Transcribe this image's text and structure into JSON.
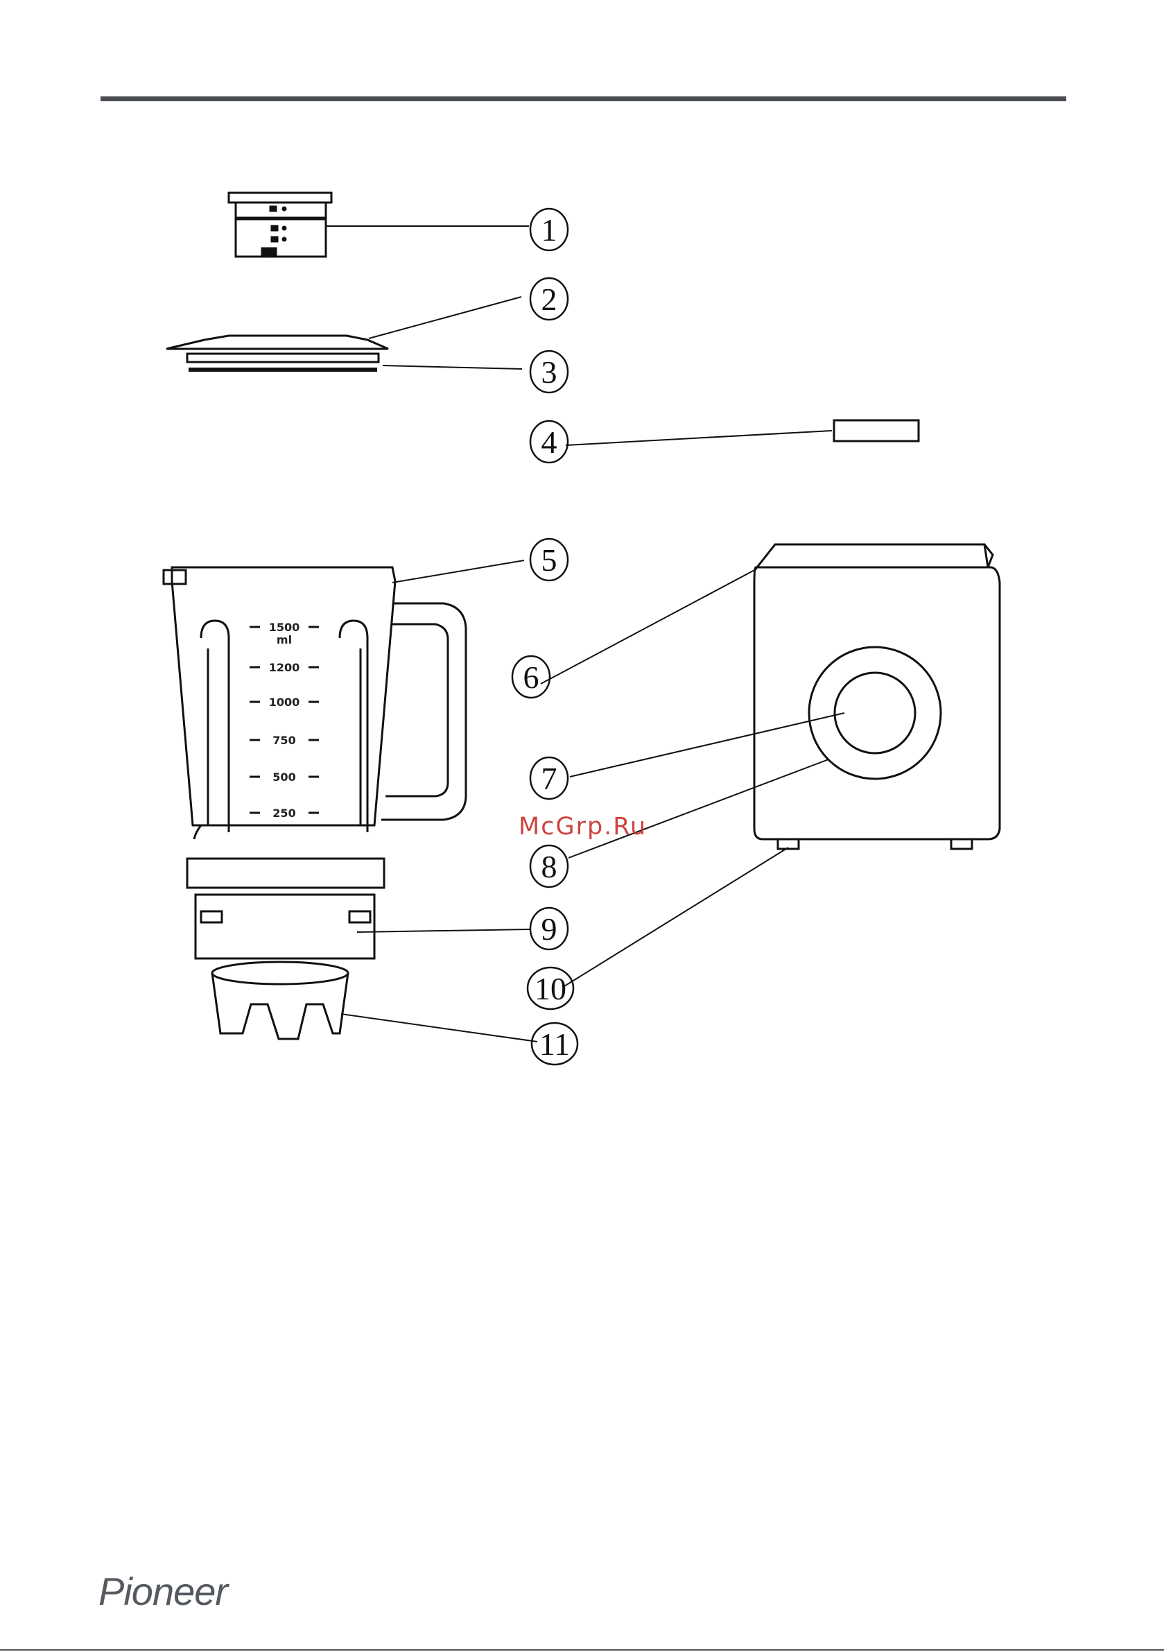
{
  "watermark": "McGrp.Ru",
  "brand": "Pioneer",
  "callouts": [
    "1",
    "2",
    "3",
    "4",
    "5",
    "6",
    "7",
    "8",
    "9",
    "10",
    "11"
  ],
  "jug_scale": [
    "1500",
    "ml",
    "1200",
    "1000",
    "750",
    "500",
    "250"
  ]
}
